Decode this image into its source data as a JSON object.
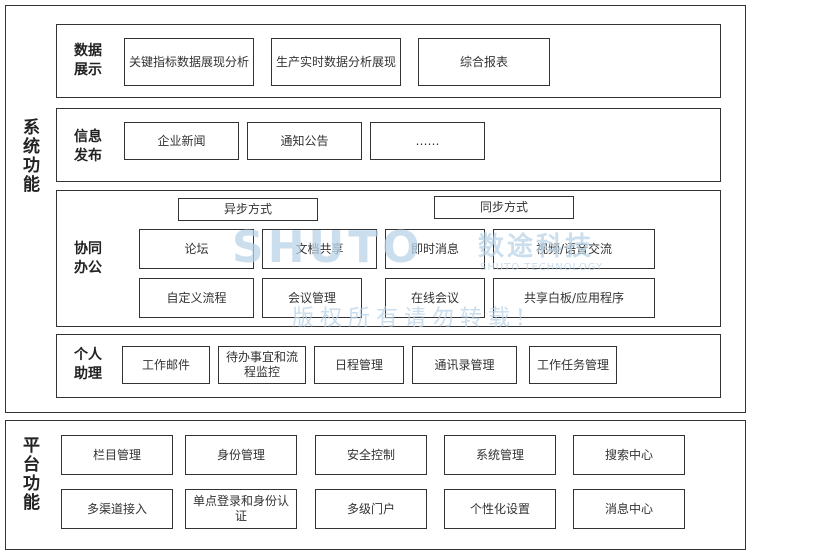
{
  "system": {
    "label": "系统功能",
    "sections": {
      "data": {
        "label": "数据\n展示",
        "items": [
          "关键指标数据展现分析",
          "生产实时数据分析展现",
          "综合报表"
        ]
      },
      "info": {
        "label": "信息\n发布",
        "items": [
          "企业新闻",
          "通知公告",
          "……"
        ]
      },
      "collab": {
        "label": "协同\n办公",
        "async_label": "异步方式",
        "sync_label": "同步方式",
        "row1": [
          "论坛",
          "文档共享",
          "即时消息",
          "视频/语音交流"
        ],
        "row2": [
          "自定义流程",
          "会议管理",
          "在线会议",
          "共享白板/应用程序"
        ]
      },
      "assistant": {
        "label": "个人\n助理",
        "items": [
          "工作邮件",
          "待办事宜和流程监控",
          "日程管理",
          "通讯录管理",
          "工作任务管理"
        ]
      }
    }
  },
  "platform": {
    "label": "平台功能",
    "row1": [
      "栏目管理",
      "身份管理",
      "安全控制",
      "系统管理",
      "搜索中心"
    ],
    "row2": [
      "多渠道接入",
      "单点登录和身份认证",
      "多级门户",
      "个性化设置",
      "消息中心"
    ]
  },
  "watermark": {
    "brand": "SHUTO",
    "name": "数途科技",
    "sub": "SHUTO TECHNOLOGY",
    "notice": "版权所有请勿转载!"
  }
}
